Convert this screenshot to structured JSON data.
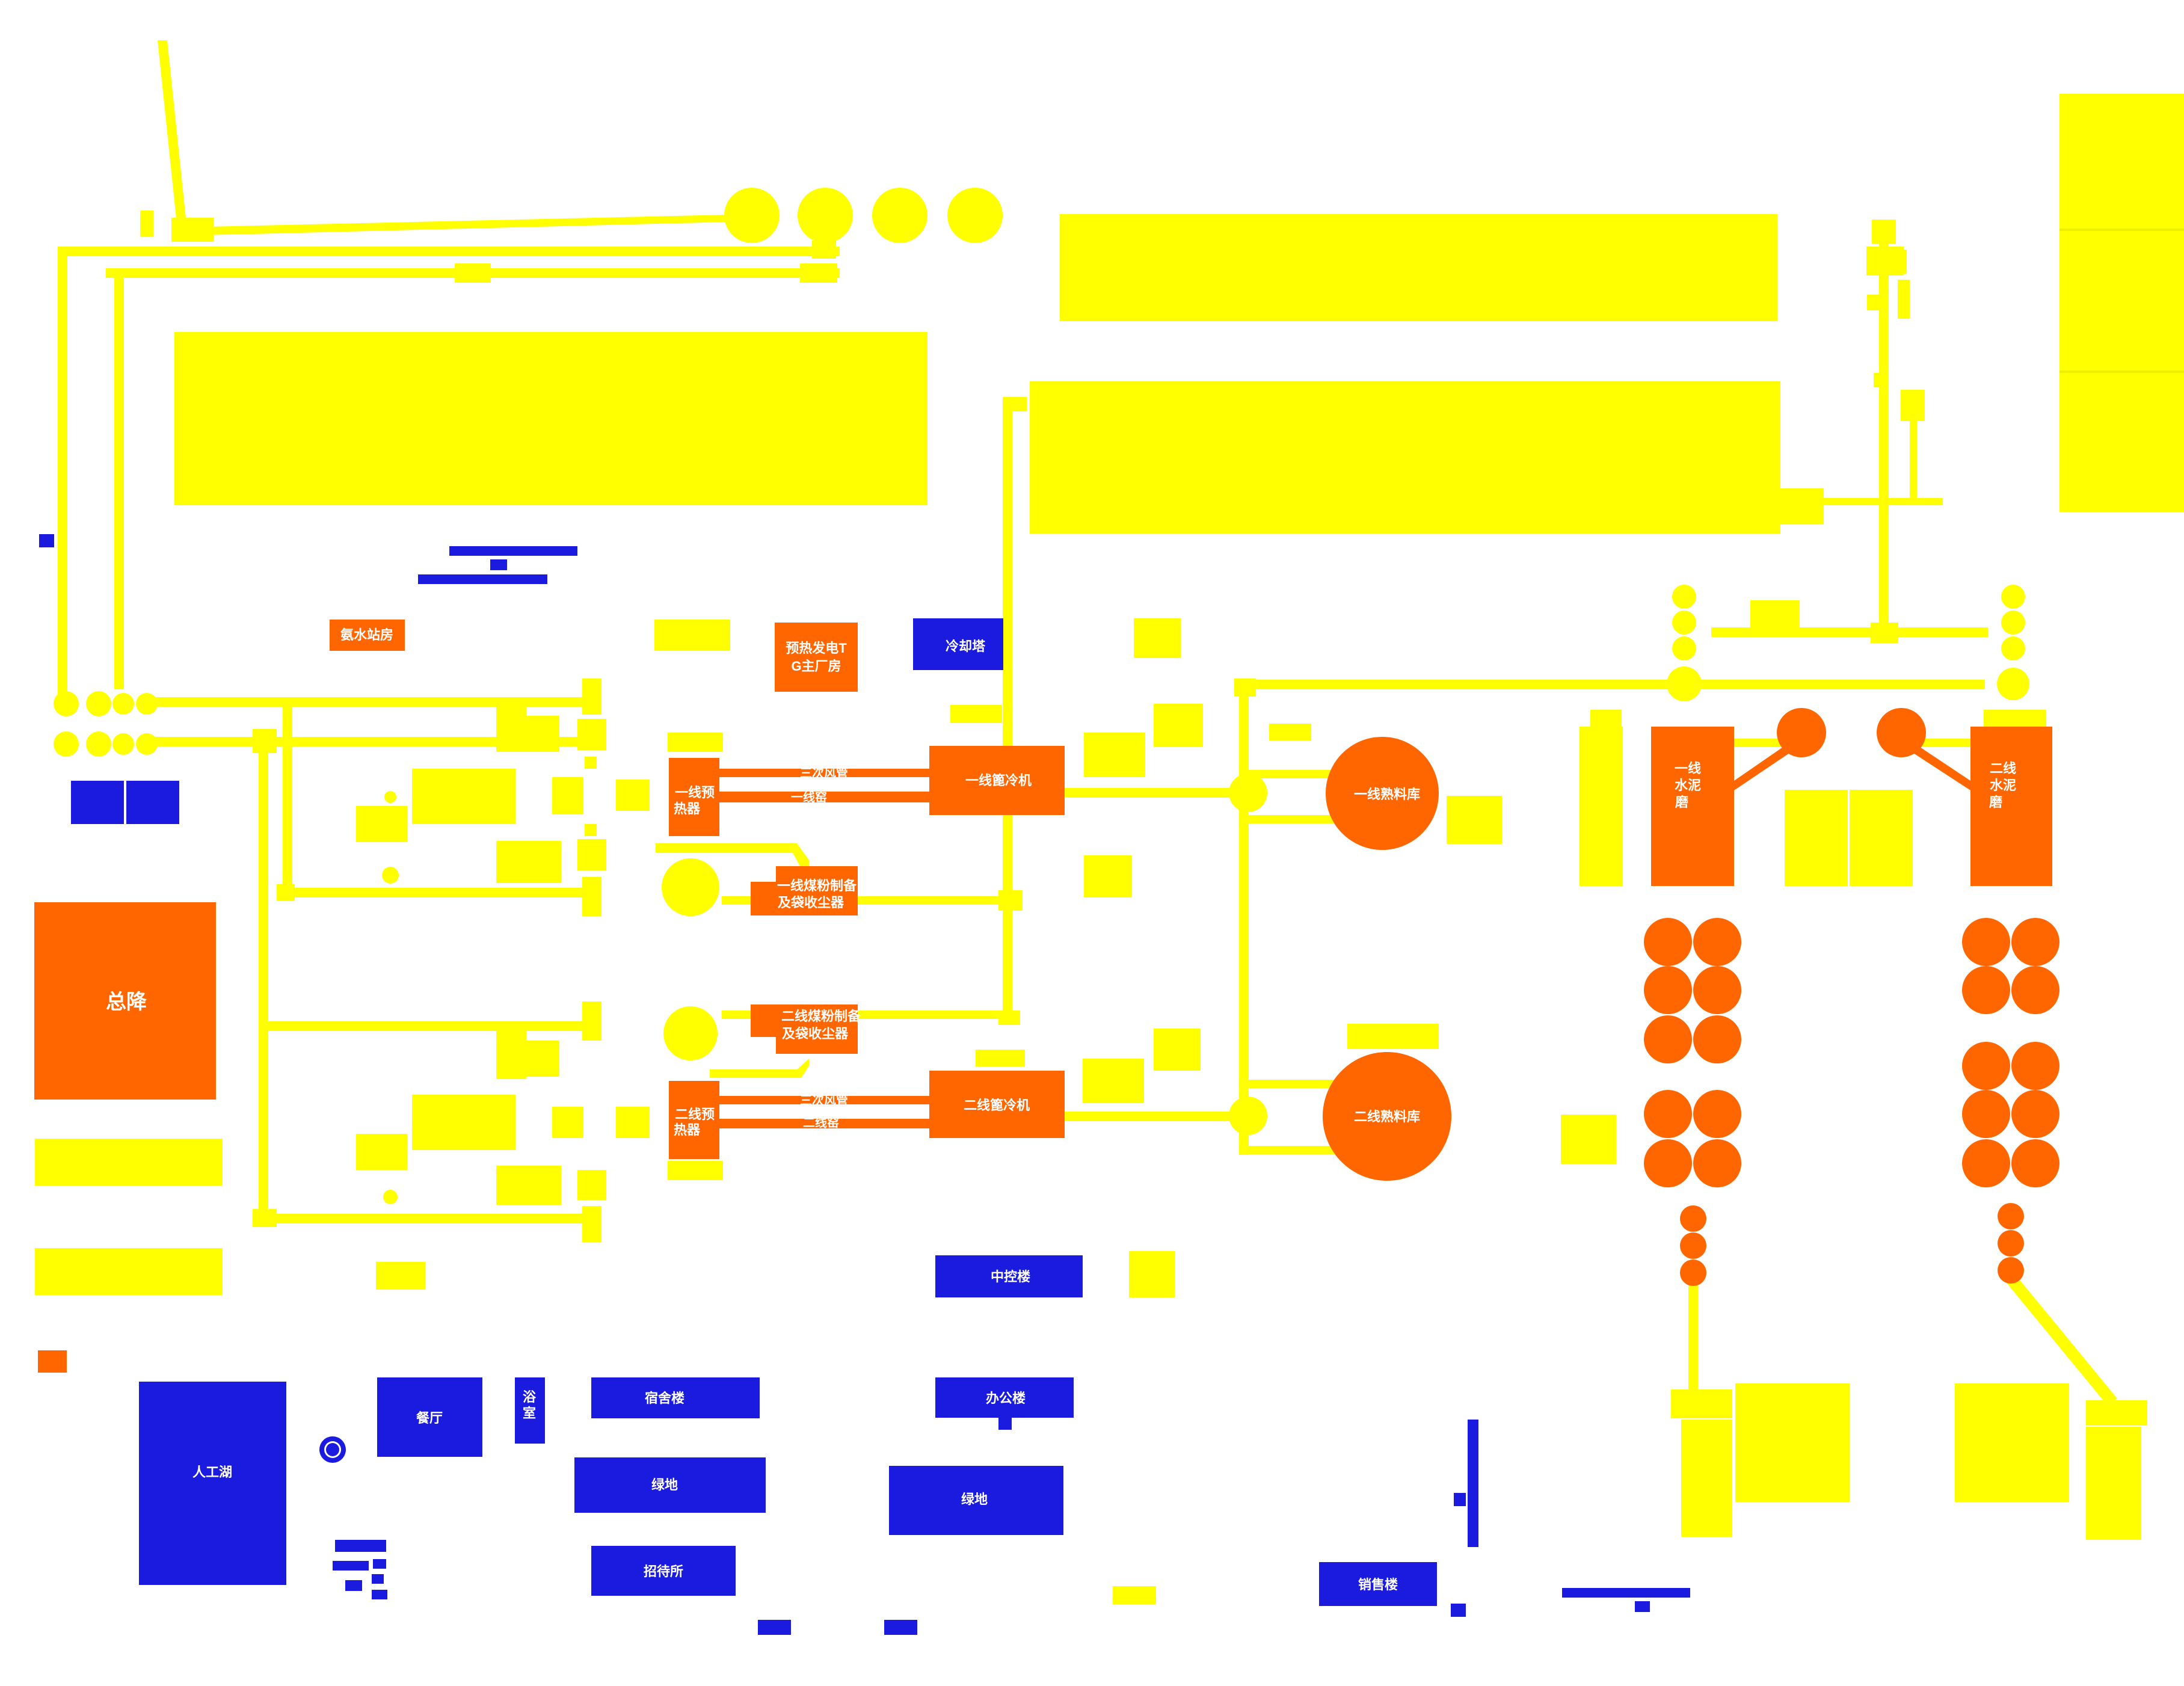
{
  "colors": {
    "yellow": "#FFFF00",
    "orange": "#FF6600",
    "blue": "#1B1BE0",
    "label_text": "#FFFFFF"
  },
  "labels": {
    "ammonia_station": "氨水站房",
    "power_plant": [
      "预热发电T",
      "G主厂房"
    ],
    "cooling_tower": "冷却塔",
    "line1_preheater": [
      "一线预",
      "热器"
    ],
    "line1_tertiary_duct": "三次风管",
    "line1_kiln": "一线窑",
    "line1_grate_cooler": "一线篦冷机",
    "line1_clinker_store": "一线熟料库",
    "line1_coal_mill": [
      "一线煤粉制备",
      "及袋收尘器"
    ],
    "line2_coal_mill": [
      "二线煤粉制备",
      "及袋收尘器"
    ],
    "line2_preheater": [
      "二线预",
      "热器"
    ],
    "line2_tertiary_duct": "三次风管",
    "line2_kiln": "二线窑",
    "line2_grate_cooler": "二线篦冷机",
    "line2_clinker_store": "二线熟料库",
    "line1_cement_mill": [
      "一线",
      "水泥",
      "磨"
    ],
    "line2_cement_mill": [
      "二线",
      "水泥",
      "磨"
    ],
    "substation": "总降",
    "control_building": "中控楼",
    "lake": "人工湖",
    "canteen": "餐厅",
    "bathroom": [
      "浴",
      "室"
    ],
    "dormitory": "宿舍楼",
    "greenland_1": "绿地",
    "guest_house": "招待所",
    "office_building": "办公楼",
    "greenland_2": "绿地",
    "sales_building": "销售楼"
  }
}
